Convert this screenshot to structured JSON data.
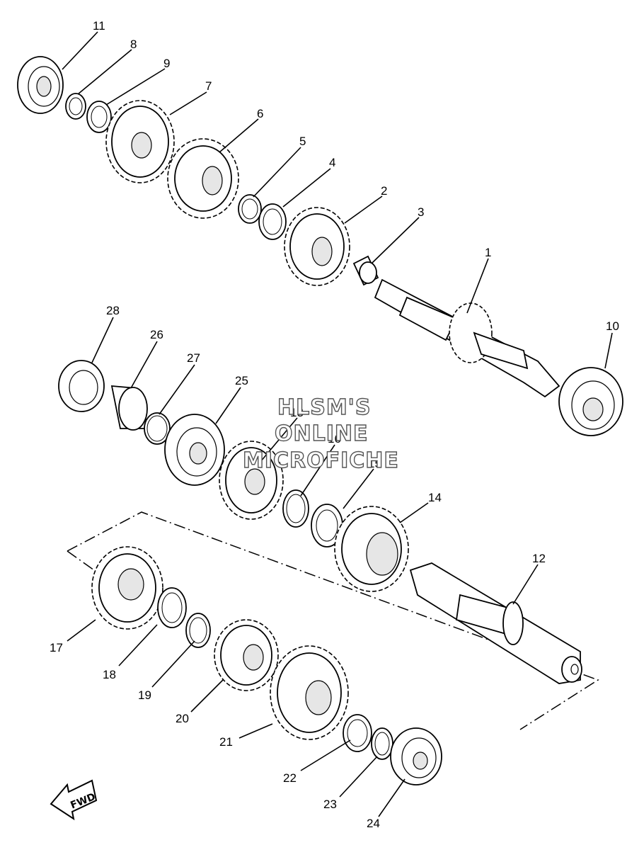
{
  "diagram": {
    "watermark": [
      "HLSM'S",
      "ONLINE",
      "MICROFICHE"
    ],
    "fwd_label": "FWD",
    "callouts": [
      "1",
      "2",
      "3",
      "4",
      "5",
      "6",
      "7",
      "8",
      "9",
      "10",
      "11",
      "12",
      "13",
      "14",
      "15",
      "16",
      "17",
      "18",
      "19",
      "20",
      "21",
      "22",
      "23",
      "24",
      "25",
      "26",
      "27",
      "28"
    ]
  }
}
